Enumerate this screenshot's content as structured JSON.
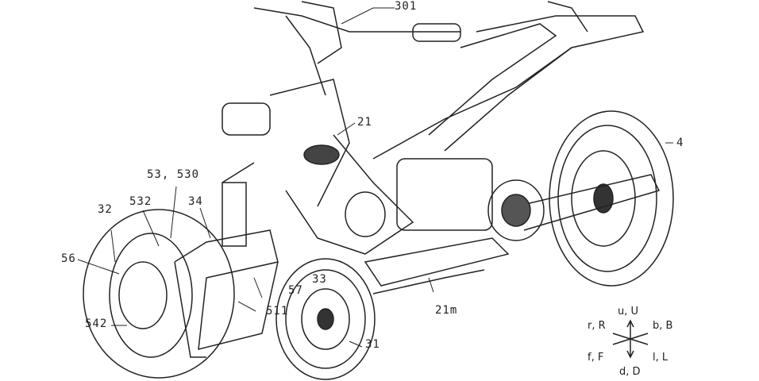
{
  "labels": {
    "l301": "301",
    "l4": "4",
    "l21": "21",
    "l53_530": "53, 530",
    "l532": "532",
    "l34": "34",
    "l32": "32",
    "l56": "56",
    "l57": "57",
    "l33": "33",
    "l511": "511",
    "l21m": "21m",
    "l542": "542",
    "l31": "31"
  },
  "directions": {
    "up": "u, U",
    "down": "d, D",
    "right": "r, R",
    "back": "b, B",
    "front": "f, F",
    "left": "l, L"
  }
}
